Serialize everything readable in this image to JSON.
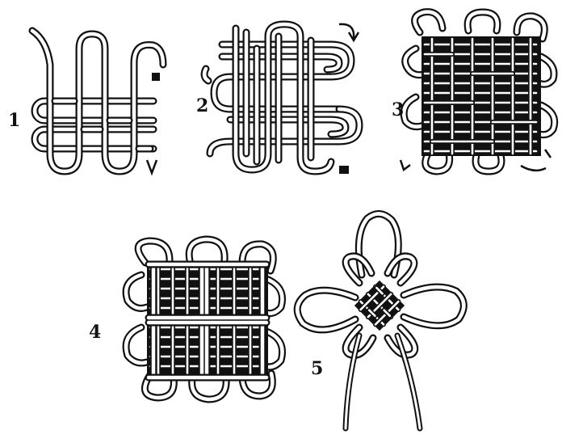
{
  "steps": [
    {
      "label": "1"
    },
    {
      "label": "2"
    },
    {
      "label": "3"
    },
    {
      "label": "4"
    },
    {
      "label": "5"
    }
  ],
  "colors": {
    "ink": "#111111",
    "paper": "#ffffff"
  }
}
